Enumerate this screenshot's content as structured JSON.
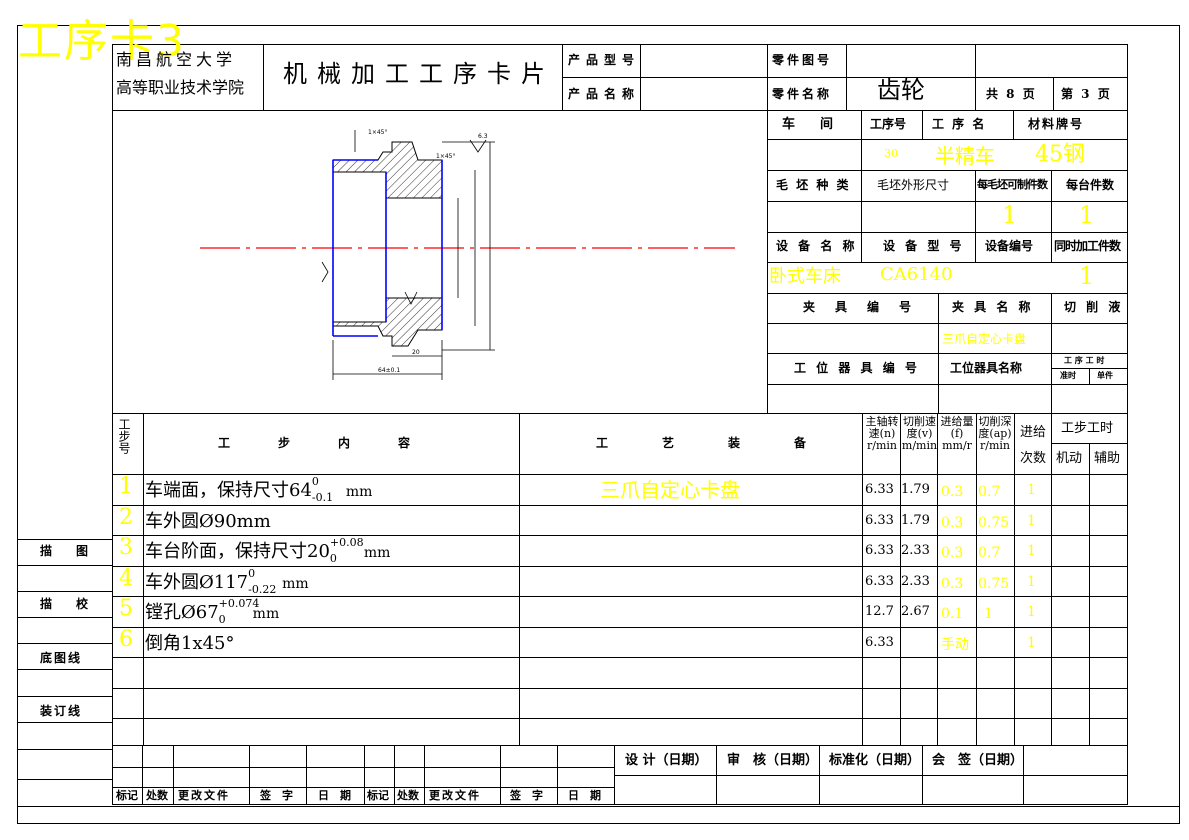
{
  "watermark": "工序卡3",
  "header": {
    "school_line1": "南昌航空大学",
    "school_line2": "高等职业技术学院",
    "card_title": "机械加工工序卡片",
    "product_model_label": "产品型号",
    "product_name_label": "产品名称",
    "part_drawing_no_label": "零件图号",
    "part_name_label": "零件名称",
    "part_name_value": "齿轮",
    "total_pages": "共 8 页",
    "page_no": "第 3 页"
  },
  "info": {
    "workshop_label": "车　间",
    "op_no_label": "工序号",
    "op_name_label": "工 序 名",
    "material_label": "材料牌号",
    "op_no_value": "30",
    "op_name_value": "半精车",
    "material_value": "45钢",
    "blank_type_label": "毛 坯 种 类",
    "blank_size_label": "毛坯外形尺寸",
    "parts_per_blank_label": "每毛坯可制件数",
    "parts_per_machine_label": "每台件数",
    "parts_per_blank_value": "1",
    "parts_per_machine_value": "1",
    "equip_name_label": "设 备 名 称",
    "equip_model_label": "设 备 型 号",
    "equip_no_label": "设备编号",
    "simultaneous_label": "同时加工件数",
    "equip_name_value": "卧式车床",
    "equip_model_value": "CA6140",
    "simultaneous_value": "1",
    "fixture_no_label": "夹　具　编　号",
    "fixture_name_label": "夹 具 名 称",
    "coolant_label": "切 削 液",
    "fixture_name_value": "三爪自定心卡盘",
    "station_tool_no_label": "工 位 器 具 编 号",
    "station_tool_name_label": "工位器具名称",
    "op_time_label": "工 序 工 时",
    "prep_time_label": "准时",
    "unit_time_label": "单件"
  },
  "drawing": {
    "dim_chamfer1": "1×45°",
    "dim_chamfer2": "1×45°",
    "dim_width": "64±0.1",
    "dim_step": "20",
    "dim_ra": "6.3"
  },
  "steps_header": {
    "step_no": "工步号",
    "content": "工　　步　　内　　容",
    "equipment": "工　　艺　　装　　备",
    "spindle_speed": "主轴转速(n) r/min",
    "cut_speed": "切削速度(v) m/min",
    "feed": "进给量(f) mm/r",
    "depth": "切削深度(ap) r/min",
    "passes": "进给次数",
    "time": "工步工时",
    "machine_time": "机动",
    "aux_time": "辅助"
  },
  "steps": [
    {
      "no": "1",
      "content": "车端面，保持尺寸64",
      "tol_up": "0",
      "tol_lo": "-0.1",
      "unit": "mm",
      "equipment": "三爪自定心卡盘",
      "n": "6.33",
      "v": "1.79",
      "f": "0.3",
      "ap": "0.7",
      "passes": "1"
    },
    {
      "no": "2",
      "content": "车外圆Ø90mm",
      "tol_up": "",
      "tol_lo": "",
      "unit": "",
      "equipment": "",
      "n": "6.33",
      "v": "1.79",
      "f": "0.3",
      "ap": "0.75",
      "passes": "1"
    },
    {
      "no": "3",
      "content": "车台阶面，保持尺寸20",
      "tol_up": "+0.08",
      "tol_lo": "0",
      "unit": "mm",
      "equipment": "",
      "n": "6.33",
      "v": "2.33",
      "f": "0.3",
      "ap": "0.7",
      "passes": "1"
    },
    {
      "no": "4",
      "content": "车外圆Ø117",
      "tol_up": "0",
      "tol_lo": "-0.22",
      "unit": "mm",
      "equipment": "",
      "n": "6.33",
      "v": "2.33",
      "f": "0.3",
      "ap": "0.75",
      "passes": "1"
    },
    {
      "no": "5",
      "content": "镗孔Ø67",
      "tol_up": "+0.074",
      "tol_lo": "0",
      "unit": "mm",
      "equipment": "",
      "n": "12.7",
      "v": "2.67",
      "f": "0.1",
      "ap": "1",
      "passes": "1"
    },
    {
      "no": "6",
      "content": "倒角1x45°",
      "tol_up": "",
      "tol_lo": "",
      "unit": "",
      "equipment": "",
      "n": "6.33",
      "v": "",
      "f": "手动",
      "ap": "",
      "passes": "1"
    }
  ],
  "side_labels": {
    "trace": "描　　图",
    "check": "描　　校",
    "base_no": "底图线",
    "binding": "装订线"
  },
  "footer": {
    "design": "设 计（日期）",
    "review": "审　核（日期）",
    "standard": "标准化（日期）",
    "sign": "会　签（日期）",
    "mark1": "标记",
    "count1": "处数",
    "doc1": "更改文件",
    "sig1": "签　字",
    "date1": "日　期",
    "mark2": "标记",
    "count2": "处数",
    "doc2": "更改文件",
    "sig2": "签　字",
    "date2": "日　期"
  },
  "colors": {
    "yellow": "#ffff00",
    "blue": "#0000ff",
    "red": "#ff0000"
  }
}
